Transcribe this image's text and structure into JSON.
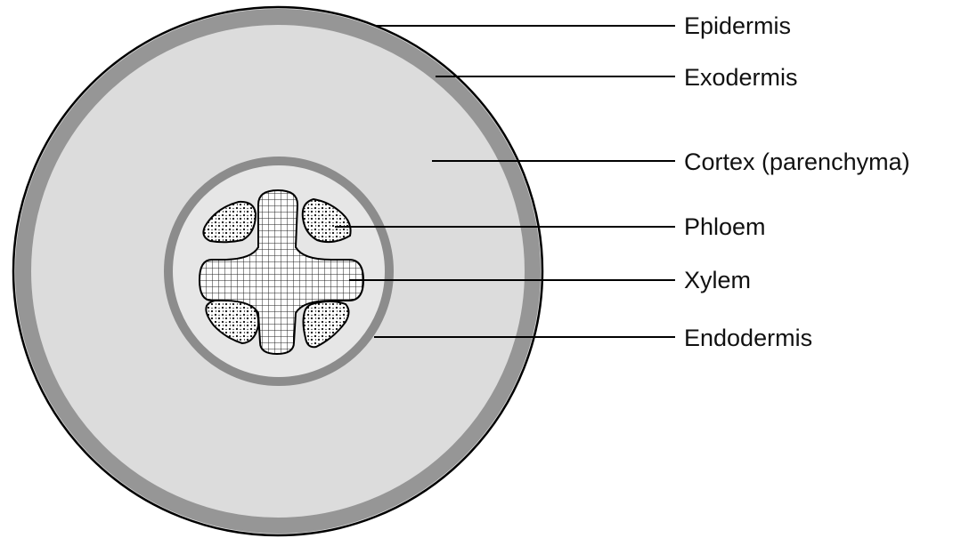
{
  "diagram": {
    "labels": {
      "epidermis": "Epidermis",
      "exodermis": "Exodermis",
      "cortex": "Cortex (parenchyma)",
      "phloem": "Phloem",
      "xylem": "Xylem",
      "endodermis": "Endodermis"
    },
    "colors": {
      "cortex_fill": "#dcdcdc",
      "exodermis_ring": "#969696",
      "endodermis_ring": "#8c8c8c",
      "outline": "#000000",
      "tissue_fill": "#ffffff"
    }
  }
}
